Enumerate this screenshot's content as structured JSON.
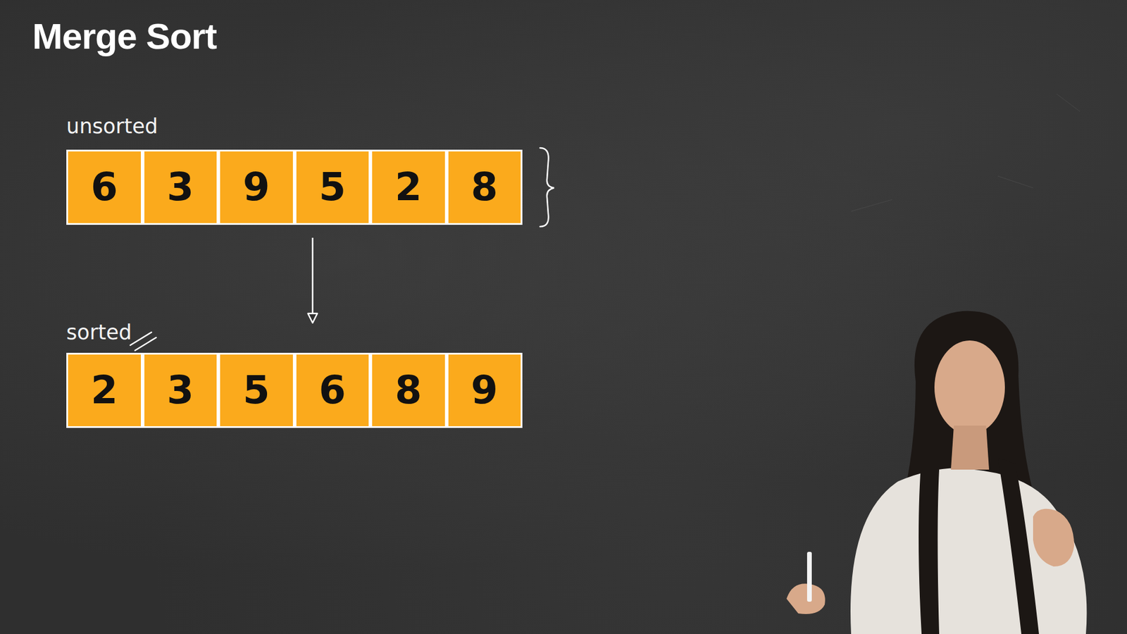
{
  "diagram": {
    "title": "Merge Sort",
    "nodes": [
      {
        "text": [
          "unsorted"
        ]
      },
      {
        "text": [
          "6"
        ],
        "in": 0
      },
      {
        "text": [
          "3"
        ],
        "in": 0
      },
      {
        "text": [
          "9"
        ],
        "in": 0
      },
      {
        "text": [
          "5"
        ],
        "in": 0
      },
      {
        "text": [
          "2"
        ],
        "in": 0
      },
      {
        "text": [
          "8"
        ],
        "in": 0
      },
      {
        "text": [
          "sorted"
        ]
      },
      {
        "text": [
          "2"
        ],
        "in": 7
      },
      {
        "text": [
          "3"
        ],
        "in": 7
      },
      {
        "text": [
          "5"
        ],
        "in": 7
      },
      {
        "text": [
          "6"
        ],
        "in": 7
      },
      {
        "text": [
          "8"
        ],
        "in": 7
      },
      {
        "text": [
          "9"
        ],
        "in": 7
      }
    ],
    "edges": [
      {
        "from": 0,
        "to": 7,
        "arrow": "to"
      }
    ]
  }
}
